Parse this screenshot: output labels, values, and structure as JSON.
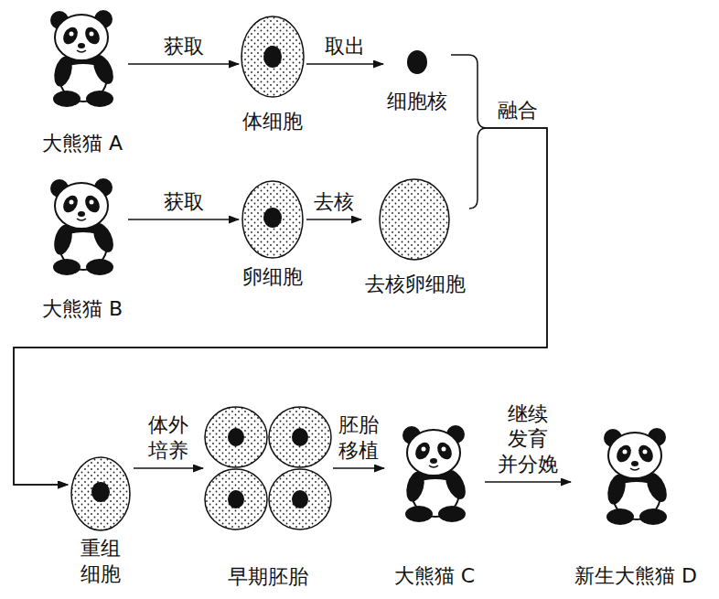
{
  "diagram": {
    "nodes": [
      {
        "text": [
          "大熊猫 A"
        ]
      },
      {
        "text": [
          "体细胞"
        ]
      },
      {
        "text": [
          "细胞核"
        ]
      },
      {
        "text": [
          "大熊猫 B"
        ]
      },
      {
        "text": [
          "卵细胞"
        ]
      },
      {
        "text": [
          "去核卵细胞"
        ]
      },
      {
        "text": [
          "重组 细胞"
        ]
      },
      {
        "text": [
          "早期胚胎"
        ]
      },
      {
        "text": [
          "大熊猫 C"
        ]
      },
      {
        "text": [
          "新生大熊猫 D"
        ]
      }
    ],
    "edges": [
      {
        "from": 0,
        "to": 1,
        "arrow": "to",
        "label": "获取"
      },
      {
        "from": 1,
        "to": 2,
        "arrow": "to",
        "label": "取出"
      },
      {
        "from": 3,
        "to": 4,
        "arrow": "to",
        "label": "获取"
      },
      {
        "from": 4,
        "to": 5,
        "arrow": "to",
        "label": "去核"
      },
      {
        "from": 2,
        "to": 6,
        "arrow": "to",
        "label": "融合"
      },
      {
        "from": 5,
        "to": 6,
        "arrow": "to"
      },
      {
        "from": 6,
        "to": 7,
        "arrow": "to",
        "label": "体外 培养"
      },
      {
        "from": 7,
        "to": 8,
        "arrow": "to",
        "label": "胚胎 移植"
      },
      {
        "from": 8,
        "to": 9,
        "arrow": "to",
        "label": "继续 发育 并分娩"
      }
    ]
  }
}
